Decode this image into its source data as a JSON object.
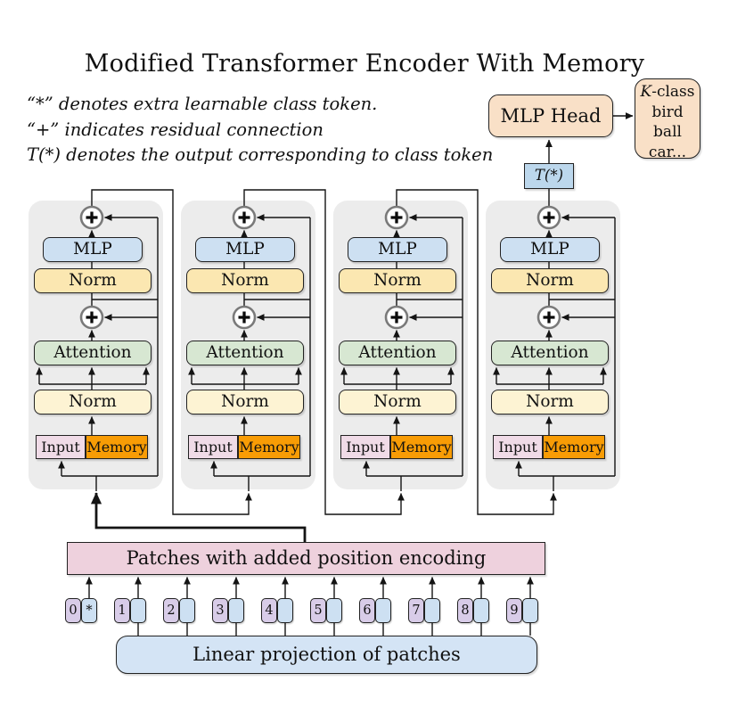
{
  "title": "Modified Transformer Encoder With Memory",
  "legend": {
    "line1": "“*” denotes extra learnable class token.",
    "line2": "“+” indicates residual connection",
    "line3": "T(*) denotes the output corresponding to class token"
  },
  "head": {
    "mlp_head_label": "MLP Head",
    "t_star_label": "T(*)"
  },
  "output_classes": {
    "first_line_italic": "K",
    "first_line_rest": "-class",
    "items": [
      "bird",
      "ball",
      "car..."
    ]
  },
  "num_encoder_blocks": 4,
  "block_labels": {
    "mlp": "MLP",
    "norm": "Norm",
    "attention": "Attention",
    "input": "Input",
    "memory": "Memory",
    "residual_symbol": "+"
  },
  "patches_bar_label": "Patches with added position encoding",
  "linear_bar_label": "Linear projection of patches",
  "tokens": [
    {
      "num": "0",
      "slot": "*"
    },
    {
      "num": "1",
      "slot": ""
    },
    {
      "num": "2",
      "slot": ""
    },
    {
      "num": "3",
      "slot": ""
    },
    {
      "num": "4",
      "slot": ""
    },
    {
      "num": "5",
      "slot": ""
    },
    {
      "num": "6",
      "slot": ""
    },
    {
      "num": "7",
      "slot": ""
    },
    {
      "num": "8",
      "slot": ""
    },
    {
      "num": "9",
      "slot": ""
    }
  ],
  "colors": {
    "block_bg": "#ececec",
    "mlp_fill": "#cde0f2",
    "norm_upper_fill": "#fbe7b1",
    "norm_lower_fill": "#fdf3d3",
    "attention_fill": "#d7e7d2",
    "input_fill": "#f0dbe7",
    "memory_fill": "#f89c05",
    "patches_fill": "#eed1dd",
    "linear_fill": "#d4e4f5",
    "token_num_fill": "#d8cce8",
    "token_slot_fill": "#cde0f2",
    "head_fill": "#f9e0c7",
    "tstar_fill": "#bcd7ec",
    "wire": "#141414",
    "ring": "#7a7a7a"
  }
}
